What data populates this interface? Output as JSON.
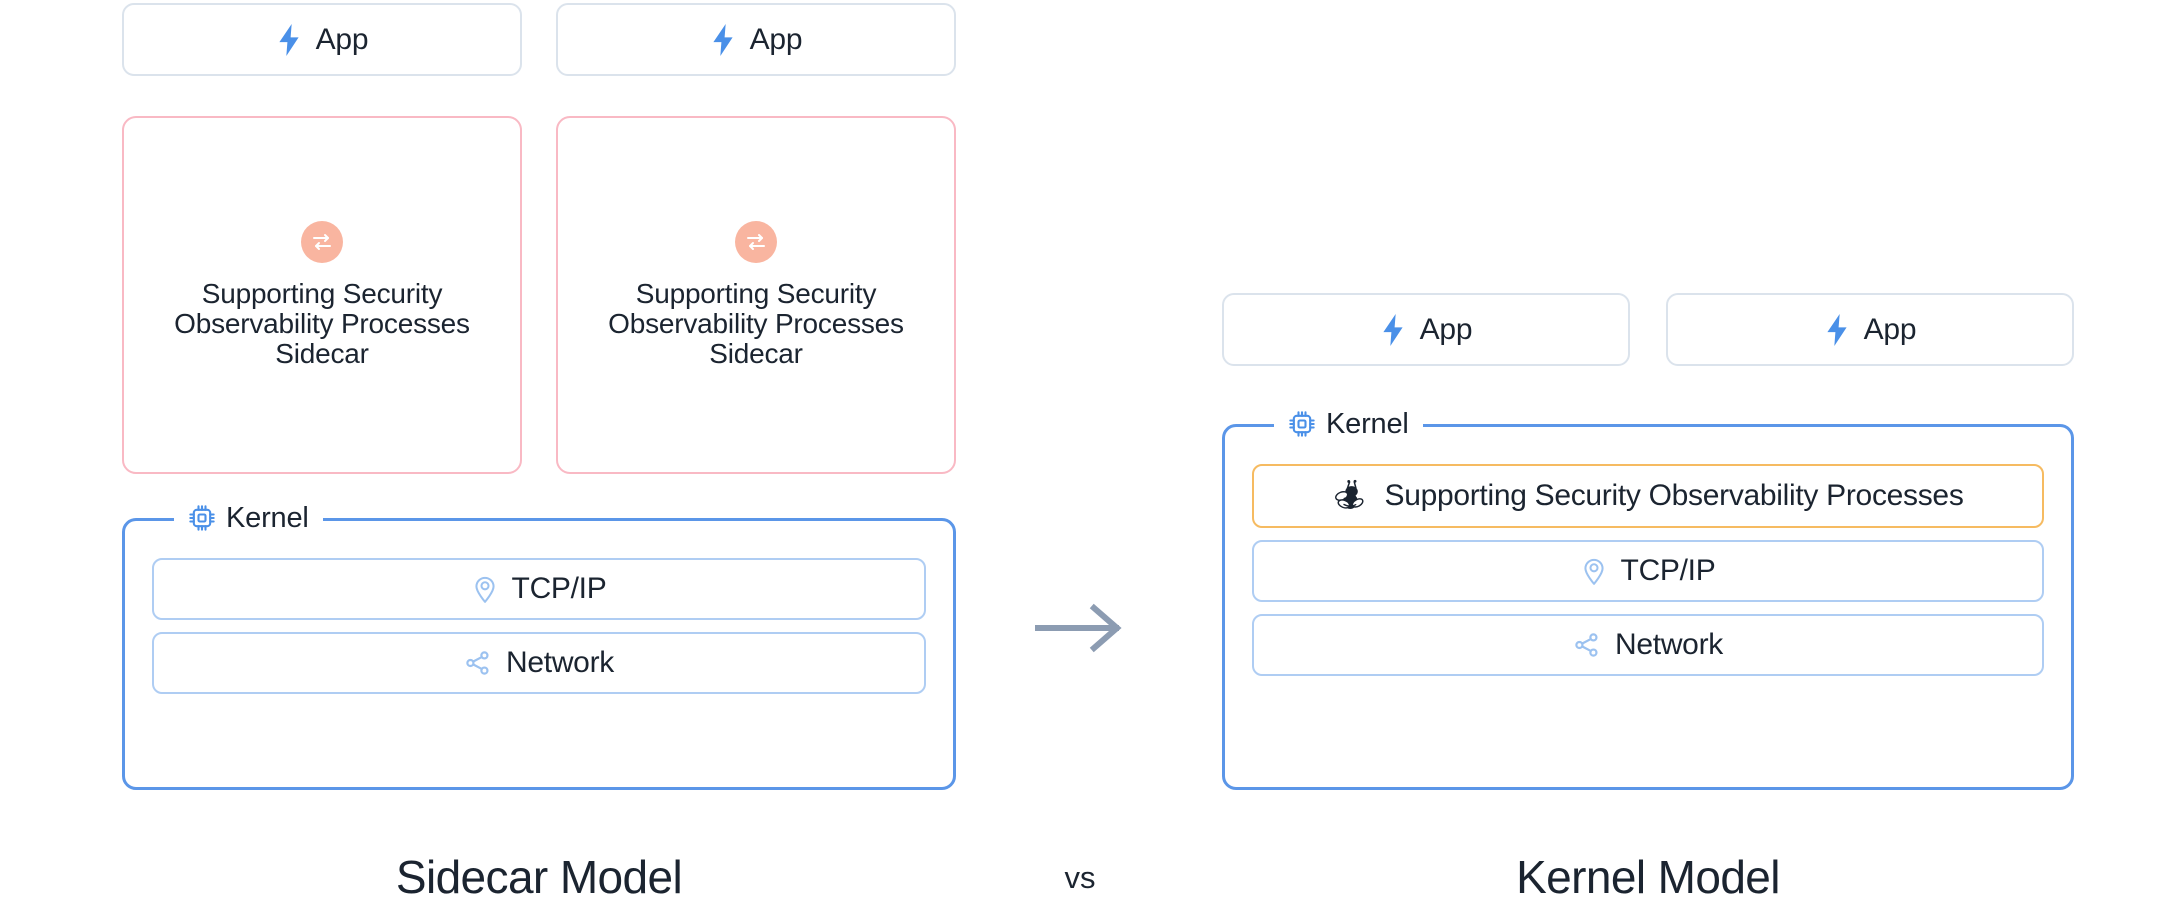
{
  "diagram": {
    "title": "Sidecar Model vs Kernel Model",
    "separator_label": "vs",
    "colors": {
      "app_border": "#dbe3ec",
      "sidecar_border": "#f9b9c4",
      "sidecar_icon_bg": "#f9b5a0",
      "kernel_border": "#5b96e8",
      "layer_border": "#afcdf3",
      "ebpf_border": "#f6bb61",
      "accent_blue": "#4a90e8",
      "text": "#1b2430",
      "arrow": "#8c9cb2"
    }
  },
  "left": {
    "caption": "Sidecar Model",
    "apps": [
      {
        "label": "App",
        "icon": "lightning-bolt-icon"
      },
      {
        "label": "App",
        "icon": "lightning-bolt-icon"
      }
    ],
    "sidecars": [
      {
        "label": "Supporting Security Observability Processes Sidecar",
        "icon": "exchange-arrows-icon"
      },
      {
        "label": "Supporting Security Observability Processes Sidecar",
        "icon": "exchange-arrows-icon"
      }
    ],
    "kernel": {
      "legend": "Kernel",
      "legend_icon": "cpu-chip-icon",
      "layers": [
        {
          "label": "TCP/IP",
          "icon": "map-pin-icon"
        },
        {
          "label": "Network",
          "icon": "share-nodes-icon"
        }
      ]
    }
  },
  "right": {
    "caption": "Kernel Model",
    "apps": [
      {
        "label": "App",
        "icon": "lightning-bolt-icon"
      },
      {
        "label": "App",
        "icon": "lightning-bolt-icon"
      }
    ],
    "kernel": {
      "legend": "Kernel",
      "legend_icon": "cpu-chip-icon",
      "layers": [
        {
          "label": "Supporting Security Observability Processes",
          "icon": "ebpf-bee-icon"
        },
        {
          "label": "TCP/IP",
          "icon": "map-pin-icon"
        },
        {
          "label": "Network",
          "icon": "share-nodes-icon"
        }
      ]
    }
  },
  "arrow": {
    "icon": "arrow-right-icon"
  }
}
